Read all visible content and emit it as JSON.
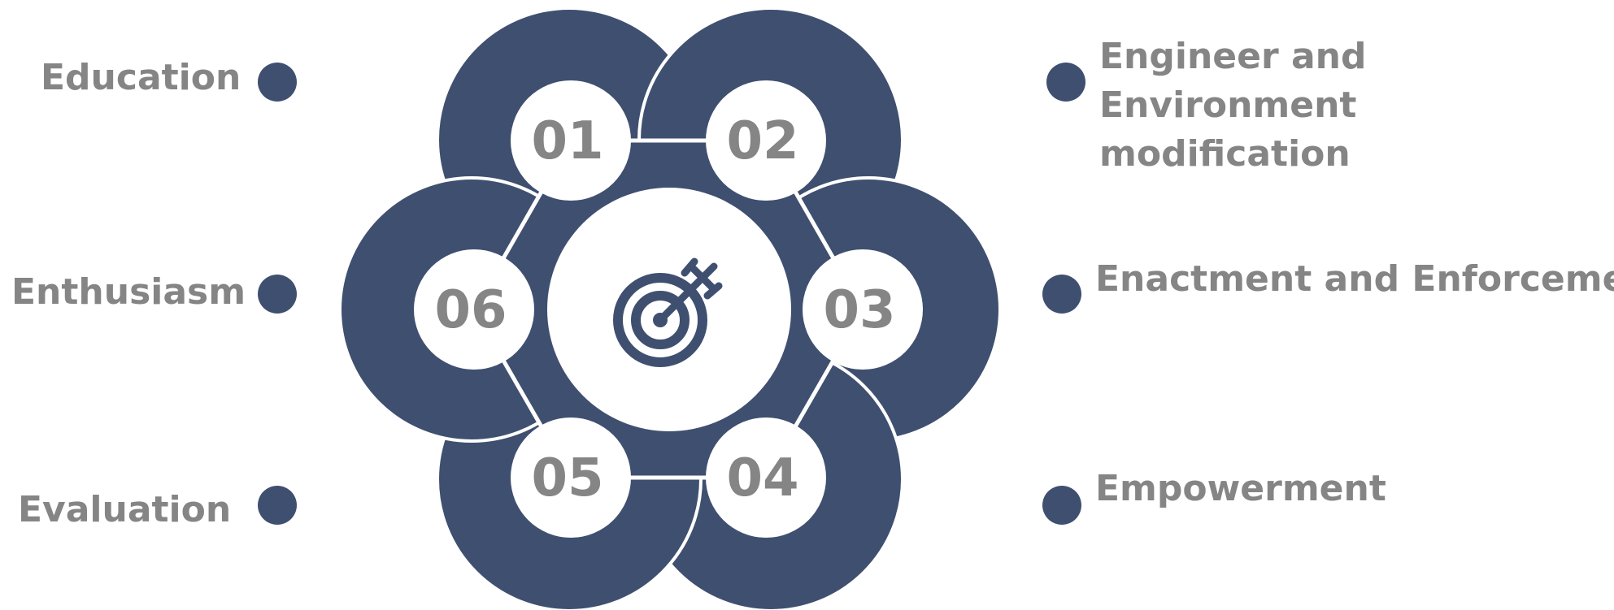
{
  "colors": {
    "primary": "#3f4f70",
    "text": "#858585",
    "background": "#ffffff",
    "line": "#ffffff"
  },
  "center": {
    "icon": "target-arrow-icon"
  },
  "steps": [
    {
      "number": "01",
      "label": "Education"
    },
    {
      "number": "02",
      "label": "Engineer and Environment modification"
    },
    {
      "number": "03",
      "label": "Enactment and Enforcement"
    },
    {
      "number": "04",
      "label": "Empowerment"
    },
    {
      "number": "05",
      "label": "Evaluation"
    },
    {
      "number": "06",
      "label": "Enthusiasm"
    }
  ]
}
